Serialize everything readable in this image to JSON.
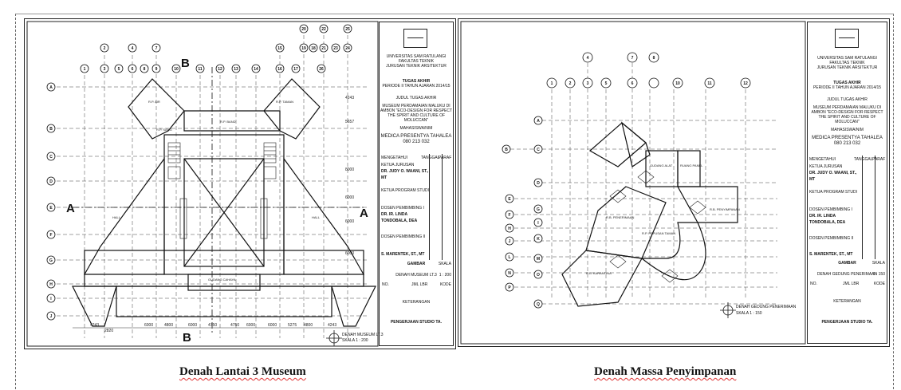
{
  "captions": {
    "left": "Denah Lantai 3 Museum",
    "right": "Denah Massa Penyimpanan"
  },
  "plan_left": {
    "section_top": "B",
    "section_bottom": "B",
    "section_left": "A",
    "section_right": "A",
    "grid_numbers": [
      "1",
      "2",
      "3",
      "4",
      "5",
      "6",
      "7",
      "8",
      "9",
      "10",
      "11",
      "12",
      "13",
      "14",
      "15",
      "16",
      "17",
      "18",
      "19",
      "20",
      "21",
      "22",
      "23",
      "24",
      "25",
      "26"
    ],
    "grid_letters": [
      "A",
      "B",
      "C",
      "D",
      "E",
      "F",
      "G",
      "H",
      "I",
      "J"
    ],
    "label": "DENAH MUSEUM LT.3",
    "scale": "SKALA 1 : 200"
  },
  "plan_right": {
    "grid_numbers": [
      "1",
      "2",
      "3",
      "4",
      "5",
      "6",
      "7",
      "8",
      "10",
      "11",
      "12"
    ],
    "grid_letters": [
      "A",
      "B",
      "C",
      "D",
      "E",
      "F",
      "G",
      "H",
      "I",
      "J",
      "K",
      "L",
      "M",
      "N",
      "O",
      "P",
      "Q"
    ],
    "label": "DENAH GEDUNG PENERIMAAN",
    "scale": "SKALA 1 : 150"
  },
  "titleblock_left": {
    "university": "UNIVERSITAS SAM RATULANGI",
    "faculty": "FAKULTAS TEKNIK",
    "department": "JURUSAN TEKNIK ARSITEKTUR",
    "course": "TUGAS AKHIR",
    "period": "PERIODE II TAHUN AJARAN 2014/15",
    "title_head": "JUDUL TUGAS AKHIR",
    "title": "MUSEUM PERDAMAIAN MALUKU DI AMBON \"ECO-DESIGN FOR RESPECT THE SPIRIT AND CULTURE OF MOLUCCAN\"",
    "student_head": "MAHASISWA/NIM",
    "student": "MEDICA PRESENTYA TAHALEA",
    "nim": "080 213 032",
    "approve_head": "MENGETAHUI",
    "date_head": "TANGGAL",
    "sign_head": "PARAF",
    "kajur": "KETUA JURUSAN",
    "kajur_name": "DR. JUDY O. WAANI, ST., MT",
    "kaprodi": "KETUA PROGRAM STUDI",
    "dosen1": "DOSEN PEMBIMBING I",
    "dosen1_name": "DR. IR. LINDA TONDOBALA, DEA",
    "dosen2": "DOSEN PEMBIMBING II",
    "dosen2_name": "S. MARENTEK, ST., MT",
    "drawing_head": "GAMBAR",
    "scale_head": "SKALA",
    "drawing": "DENAH MUSEUM LT.3",
    "drawing_scale": "1 : 200",
    "no_head": "NO.",
    "sheet_head": "JML LBR",
    "code_head": "KODE",
    "notes_head": "KETERANGAN",
    "studio": "PENGERJAAN STUDIO TA."
  },
  "titleblock_right": {
    "drawing": "DENAH GEDUNG PENERIMAAN",
    "drawing_scale": "1 : 150"
  }
}
